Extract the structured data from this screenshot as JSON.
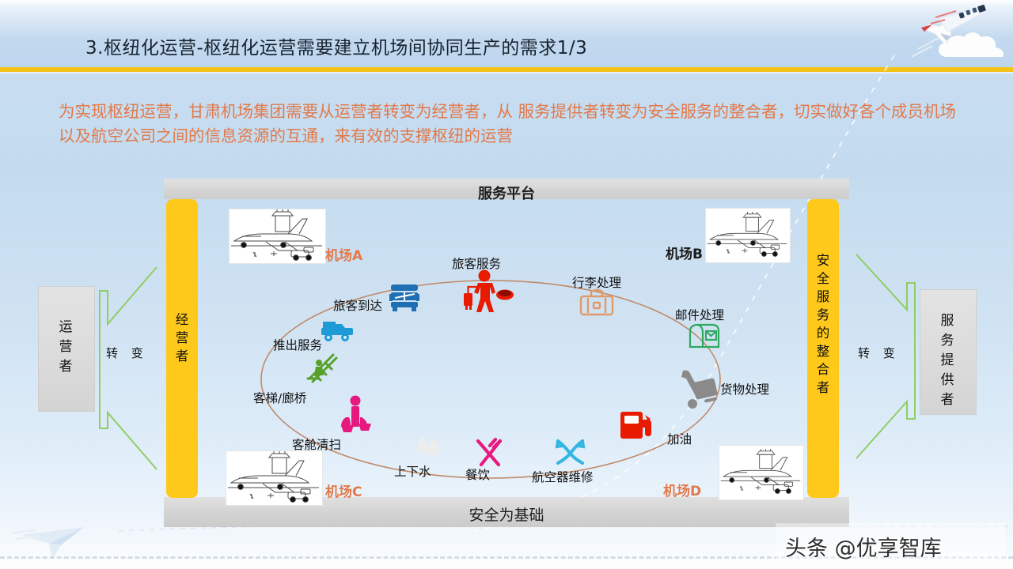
{
  "header": {
    "title": "3.枢纽化运营-枢纽化运营需要建立机场间协同生产的需求1/3",
    "rule_color": "#f2c219",
    "decor_icon": "airplane-cloud-icon"
  },
  "subtitle": {
    "text": "为实现枢纽运营，甘肃机场集团需要从运营者转变为经营者，从 服务提供者转变为安全服务的整合者，切实做好各个成员机场以及航空公司之间的信息资源的互通，来有效的支撑枢纽的运营",
    "color": "#e2794a"
  },
  "frame": {
    "top_label": "服务平台",
    "bottom_label": "安全为基础",
    "pillar_color": "#ffc91b",
    "pillar_left_label": "经营者",
    "pillar_right_label": "安全服务的整合者"
  },
  "left_flow": {
    "box_label": "运营者",
    "arrow_label": "转 变",
    "arrow_color": "#8fce63"
  },
  "right_flow": {
    "box_label": "服务提供者",
    "arrow_label": "转 变",
    "arrow_color": "#8fce63"
  },
  "airports": [
    {
      "id": "A",
      "label": "机场A",
      "label_color": "#e2794a",
      "image": "airport-line-drawing"
    },
    {
      "id": "B",
      "label": "机场B",
      "label_color": "#1a1a1a",
      "image": "airport-line-drawing"
    },
    {
      "id": "C",
      "label": "机场C",
      "label_color": "#e2794a",
      "image": "airport-line-drawing"
    },
    {
      "id": "D",
      "label": "机场D",
      "label_color": "#e2794a",
      "image": "airport-line-drawing"
    }
  ],
  "cycle": {
    "ring_color": "#c08a6a",
    "nodes": [
      {
        "key": "push_back",
        "label": "推出服务",
        "icon": "tow-truck-icon",
        "color": "#1e9bd7"
      },
      {
        "key": "passenger_arrive",
        "label": "旅客到达",
        "icon": "bus-icon",
        "color": "#1f6fb5"
      },
      {
        "key": "passenger_service",
        "label": "旅客服务",
        "icon": "passenger-icon",
        "color": "#e81b00"
      },
      {
        "key": "baggage",
        "label": "行李处理",
        "icon": "suitcase-icon",
        "color": "#e09a6a"
      },
      {
        "key": "mail",
        "label": "邮件处理",
        "icon": "mailbox-icon",
        "color": "#2fa860"
      },
      {
        "key": "cargo",
        "label": "货物处理",
        "icon": "cargo-cart-icon",
        "color": "#8a8a8a"
      },
      {
        "key": "refuel",
        "label": "加油",
        "icon": "fuel-pump-icon",
        "color": "#e81b00"
      },
      {
        "key": "maintenance",
        "label": "航空器维修",
        "icon": "wrench-tools-icon",
        "color": "#33b6e0"
      },
      {
        "key": "catering",
        "label": "餐饮",
        "icon": "fork-knife-icon",
        "color": "#e8197e"
      },
      {
        "key": "water",
        "label": "上下水",
        "icon": "water-drops-icon",
        "color": "#e8e8e8"
      },
      {
        "key": "cabin_clean",
        "label": "客舱清扫",
        "icon": "cleaning-person-icon",
        "color": "#e8197e"
      },
      {
        "key": "stairs",
        "label": "客梯/廊桥",
        "icon": "boarding-stairs-icon",
        "color": "#57a02a"
      }
    ]
  },
  "watermark": {
    "text": "头条 @优享智库"
  }
}
